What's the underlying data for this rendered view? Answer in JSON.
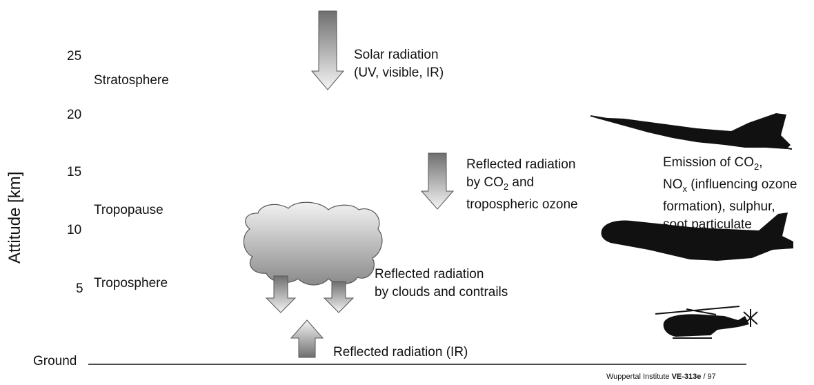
{
  "axis": {
    "label": "Attitude [km]",
    "ticks": [
      "25",
      "20",
      "15",
      "10",
      "5"
    ],
    "ground": "Ground"
  },
  "layers": {
    "stratosphere": "Stratosphere",
    "tropopause": "Tropopause",
    "troposphere": "Troposphere"
  },
  "labels": {
    "solar_1": "Solar radiation",
    "solar_2": "(UV, visible, IR)",
    "reflected_co2_1": "Reflected radiation",
    "reflected_co2_2a": "by CO",
    "reflected_co2_2sub": "2",
    "reflected_co2_2b": " and",
    "reflected_co2_3": "tropospheric ozone",
    "clouds_1": "Reflected radiation",
    "clouds_2": "by clouds and contrails",
    "ir": "Reflected radiation (IR)",
    "emission_1a": "Emission of CO",
    "emission_1sub": "2",
    "emission_1b": ",",
    "emission_2a": "NO",
    "emission_2sub": "x",
    "emission_2b": " (influencing ozone",
    "emission_3": "formation), sulphur,",
    "emission_4": "soot particulate"
  },
  "icons": [
    "solar-arrow-icon",
    "reflected-arrow-icon",
    "cloud-icon",
    "up-arrow-icon",
    "fighter-jet-icon",
    "airliner-icon",
    "helicopter-icon"
  ],
  "credit": {
    "org": "Wuppertal Institute",
    "code": "VE-313e",
    "year": " / 97"
  }
}
